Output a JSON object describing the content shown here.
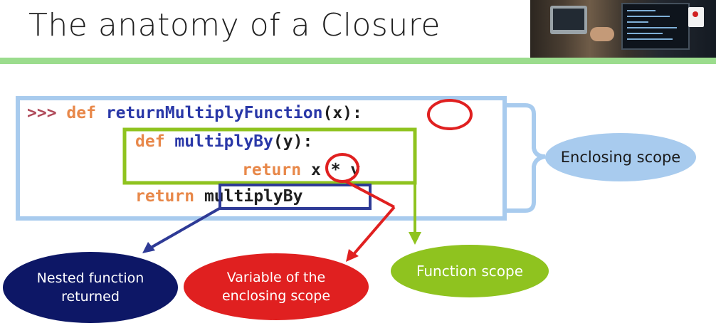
{
  "title": "The anatomy of a Closure",
  "code": {
    "prompt": ">>>",
    "line1": {
      "kw": "def",
      "name": "returnMultiplyFunction",
      "open": "(",
      "param": "x",
      "close": ")",
      "colon": ":"
    },
    "line2": {
      "kw": "def",
      "name": "multiplyBy",
      "open": "(",
      "param": "y",
      "close": ")",
      "colon": ":"
    },
    "line3": {
      "kw": "return",
      "var": "x",
      "rest": " * y"
    },
    "line4": {
      "kw": "return",
      "value": "multiplyBy"
    }
  },
  "labels": {
    "enclosing": "Enclosing scope",
    "function_scope": "Function scope",
    "variable": [
      "Variable of the",
      "enclosing scope"
    ],
    "nested": [
      "Nested function",
      "returned"
    ]
  },
  "colors": {
    "enclosing": "#a8cbee",
    "function_scope": "#8fc31f",
    "variable": "#e02020",
    "nested": "#2e3a96",
    "title_rule": "#9bdc8d"
  }
}
